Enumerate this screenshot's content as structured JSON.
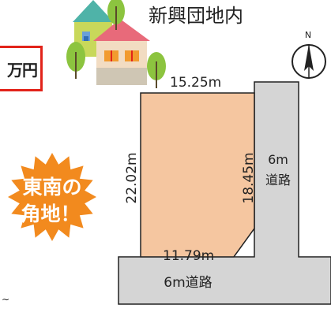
{
  "header": {
    "title": "新興団地内"
  },
  "price": {
    "unit_text": "万円"
  },
  "badge": {
    "line1": "東南の",
    "line2": "角地！"
  },
  "compass": {
    "north_label": "N"
  },
  "lot": {
    "top_width": "15.25m",
    "left_depth": "22.02m",
    "right_depth": "18.45m",
    "bottom_width": "11.79m"
  },
  "roads": {
    "east": {
      "line1": "6m",
      "line2": "道路"
    },
    "south": {
      "label": "6m道路"
    }
  },
  "colors": {
    "lot_fill": "#f5c6a0",
    "road_fill": "#d5d5d5",
    "badge_fill": "#f28a1e",
    "price_border": "#e2231a"
  }
}
